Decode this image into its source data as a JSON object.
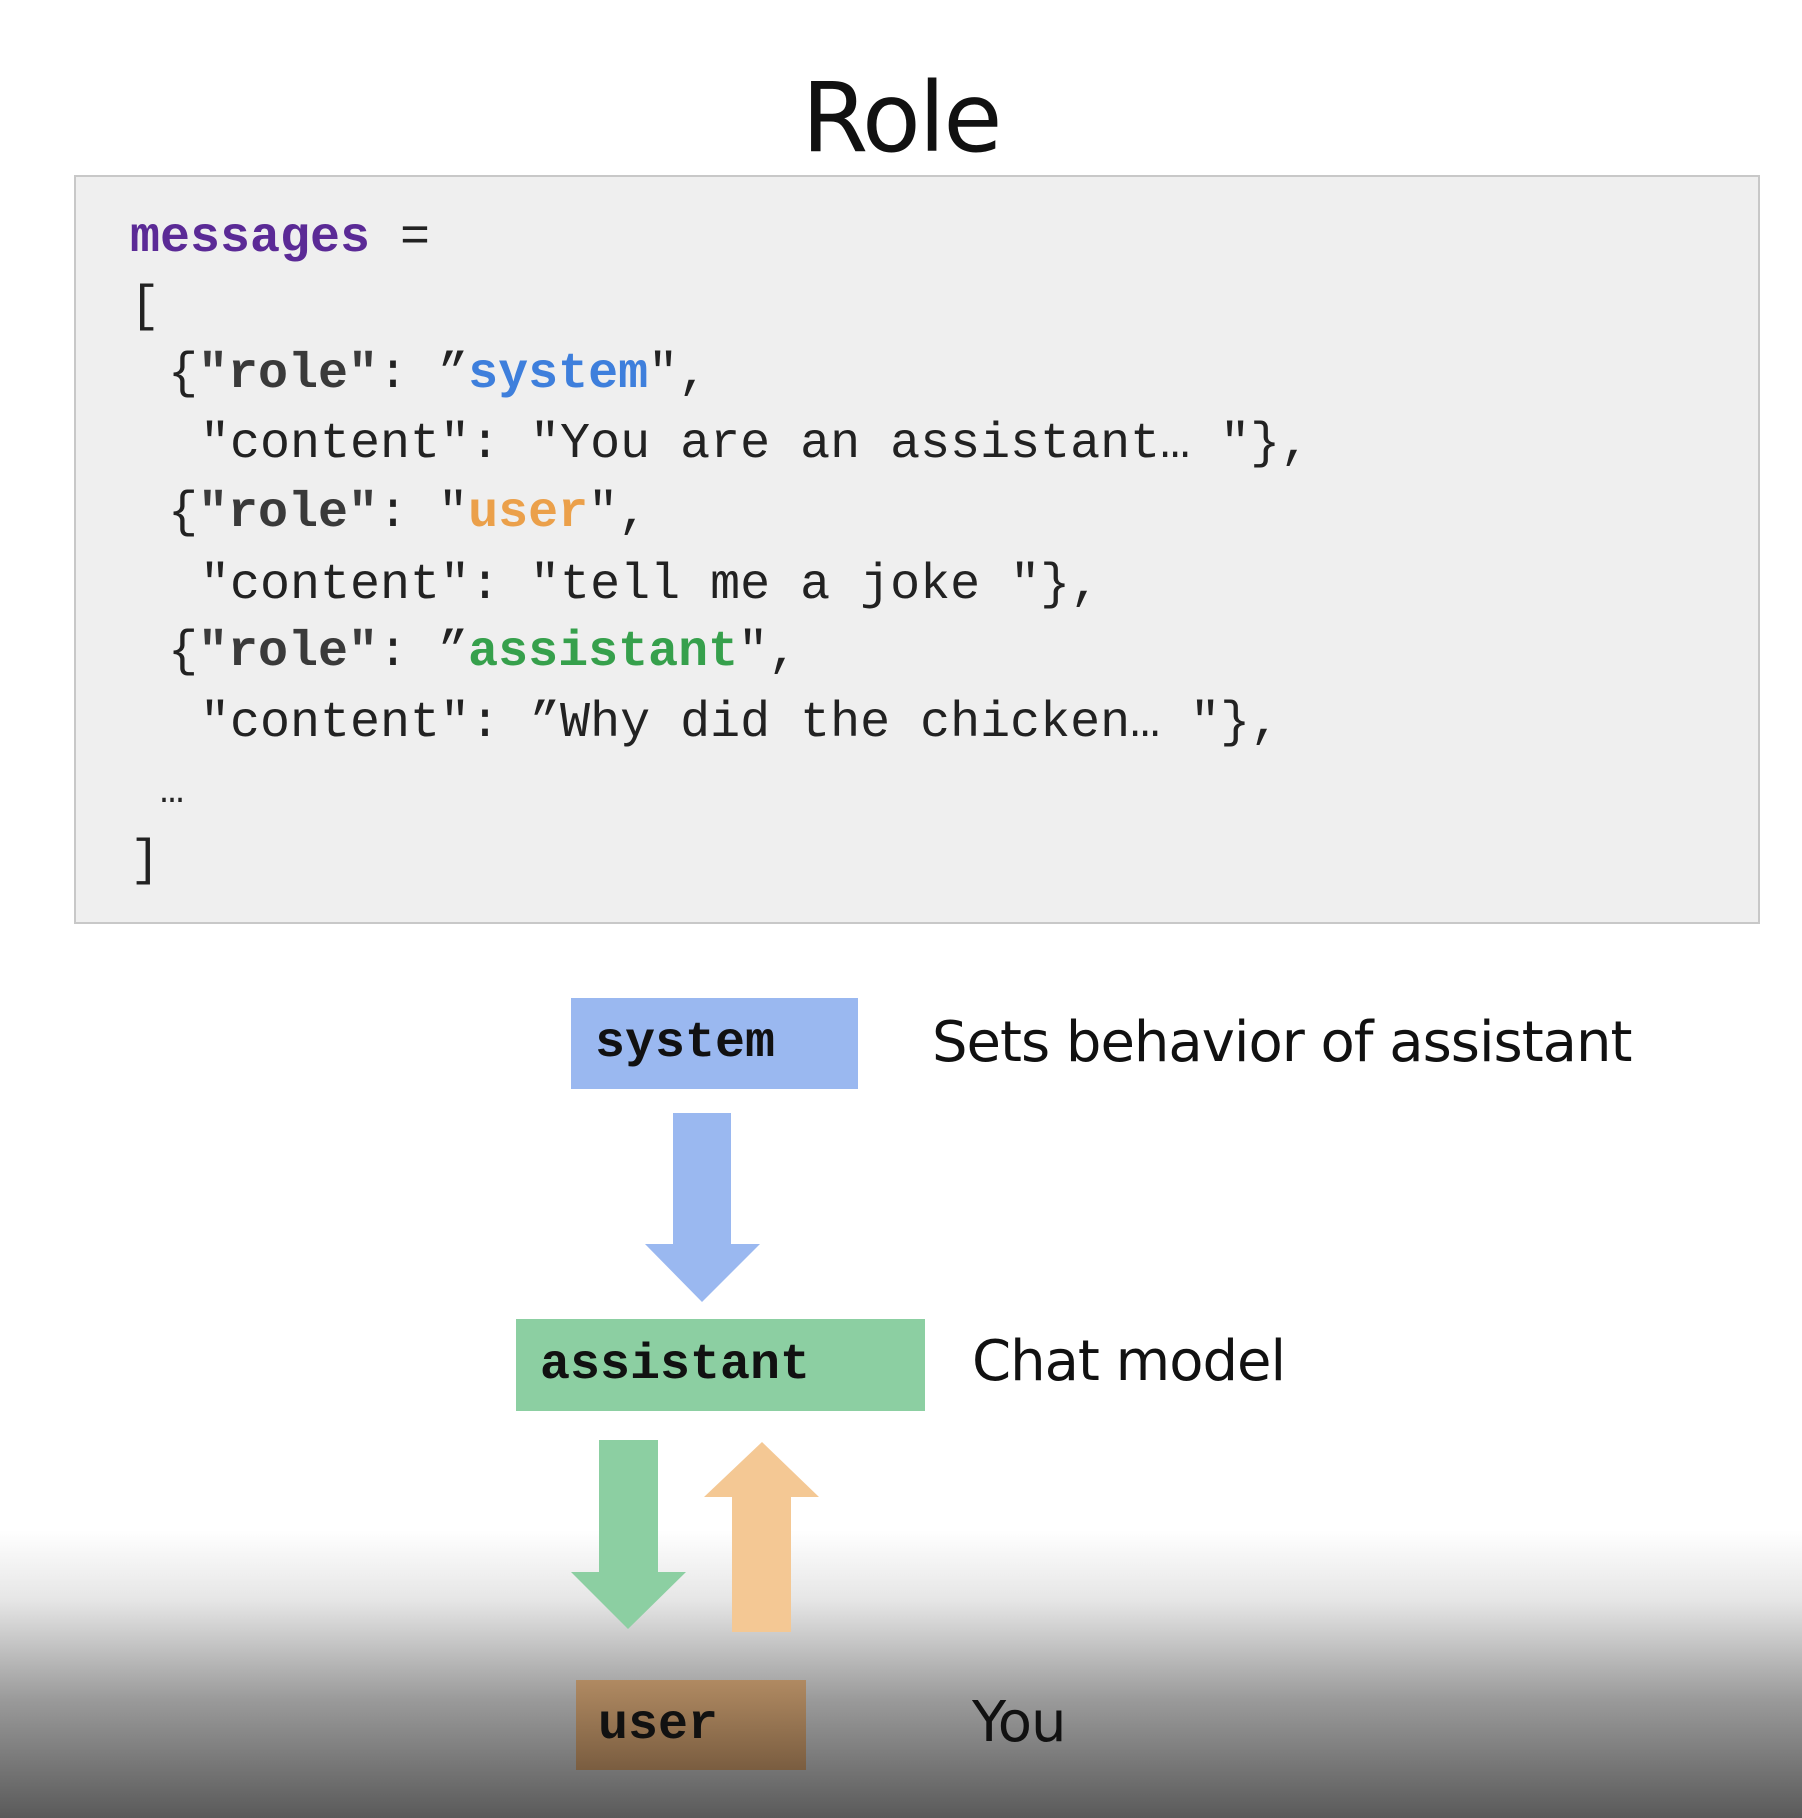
{
  "title": "Role",
  "code": {
    "variable": "messages",
    "equals": " =",
    "open_bracket": "[",
    "close_bracket": "]",
    "ellipsis": "…",
    "messages": [
      {
        "open": "{",
        "key_role": "\"role\"",
        "sep": ": ",
        "q_open": "”",
        "role": "system",
        "q_close": "\",",
        "content_line": "\"content\": \"You are an assistant… \"},"
      },
      {
        "open": "{",
        "key_role": "\"role\"",
        "sep": ": ",
        "q_open": "\"",
        "role": "user",
        "q_close": "\",",
        "content_line": "\"content\": \"tell me a joke \"},"
      },
      {
        "open": "{",
        "key_role": "\"role\"",
        "sep": ": ",
        "q_open": "”",
        "role": "assistant",
        "q_close": "\",",
        "content_line": "\"content\": ”Why did the chicken… \"},"
      }
    ]
  },
  "diagram": {
    "nodes": [
      {
        "id": "system",
        "label": "system",
        "description": "Sets behavior of assistant",
        "color": "#9ab8f0"
      },
      {
        "id": "assistant",
        "label": "assistant",
        "description": "Chat model",
        "color": "#8ccfa2"
      },
      {
        "id": "user",
        "label": "user",
        "description": "You",
        "color": "#b08a62"
      }
    ],
    "arrows": [
      {
        "from": "system",
        "to": "assistant",
        "color": "#9ab8f0"
      },
      {
        "from": "assistant",
        "to": "user",
        "color": "#8ccfa2"
      },
      {
        "from": "user",
        "to": "assistant",
        "color": "#f4c894"
      }
    ]
  },
  "colors": {
    "variable": "#5b2a96",
    "system": "#3e7fdc",
    "user": "#eba04a",
    "assistant": "#36a04c",
    "code_bg": "#efefef"
  }
}
